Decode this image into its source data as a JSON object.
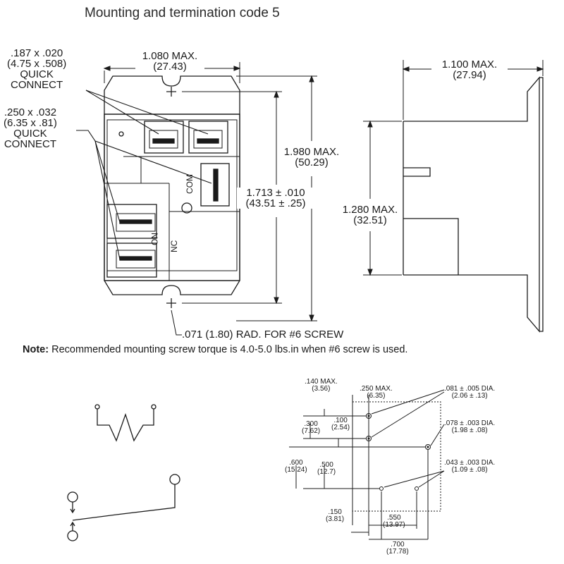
{
  "title": "Mounting and termination code 5",
  "front_view": {
    "qc_small": {
      "line1": ".187 x .020",
      "line2": "(4.75 x .508)",
      "line3": "QUICK",
      "line4": "CONNECT"
    },
    "qc_large": {
      "line1": ".250 x .032",
      "line2": "(6.35 x .81)",
      "line3": "QUICK",
      "line4": "CONNECT"
    },
    "width_dim": {
      "line1": "1.080 MAX.",
      "line2": "(27.43)"
    },
    "height_max": {
      "line1": "1.980 MAX.",
      "line2": "(50.29)"
    },
    "hole_spacing": {
      "line1": "1.713 ± .010",
      "line2": "(43.51 ± .25)"
    },
    "terminal_labels": {
      "com": "COM",
      "no": "NO",
      "nc": "NC"
    },
    "mount_hole_note": ".071 (1.80) RAD. FOR #6 SCREW"
  },
  "side_view": {
    "depth_dim": {
      "line1": "1.100 MAX.",
      "line2": "(27.94)"
    },
    "height_dim": {
      "line1": "1.280 MAX.",
      "line2": "(32.51)"
    }
  },
  "note": {
    "label": "Note:",
    "text": " Recommended mounting screw torque is 4.0-5.0 lbs.in when #6 screw is used."
  },
  "pcb_layout": {
    "d140": {
      "line1": ".140 MAX.",
      "line2": "(3.56)"
    },
    "d250": {
      "line1": ".250 MAX.",
      "line2": "(6.35)"
    },
    "d081": {
      "line1": ".081 ± .005 DIA.",
      "line2": "(2.06 ± .13)"
    },
    "d300": {
      "line1": ".300",
      "line2": "(7.62)"
    },
    "d100": {
      "line1": ".100",
      "line2": "(2.54)"
    },
    "d078": {
      "line1": ".078 ± .003 DIA.",
      "line2": "(1.98 ± .08)"
    },
    "d600": {
      "line1": ".600",
      "line2": "(15.24)"
    },
    "d500": {
      "line1": ".500",
      "line2": "(12.7)"
    },
    "d043": {
      "line1": ".043 ± .003 DIA.",
      "line2": "(1.09 ± .08)"
    },
    "d150": {
      "line1": ".150",
      "line2": "(3.81)"
    },
    "d550": {
      "line1": ".550",
      "line2": "(13.97)"
    },
    "d700": {
      "line1": ".700",
      "line2": "(17.78)"
    }
  }
}
